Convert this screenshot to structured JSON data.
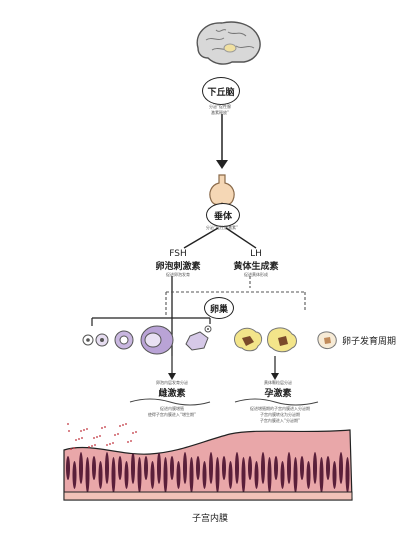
{
  "hypothalamus": {
    "label": "下丘脑",
    "sub1": "分泌“促性腺",
    "sub2": "激素释放” "
  },
  "pituitary": {
    "label": "垂体",
    "sub": "分泌“促性腺激素”"
  },
  "fsh": {
    "abbr": "FSH",
    "name": "卵泡刺激素",
    "sub": "促进卵泡发育"
  },
  "lh": {
    "abbr": "LH",
    "name": "黄体生成素",
    "sub": "促进黄体形成"
  },
  "ovary": {
    "label": "卵巢"
  },
  "follicle_cycle": {
    "label": "卵子发育周期"
  },
  "estrogen": {
    "pre": "卵泡内层发育分泌",
    "name": "雌激素",
    "note1": "促进内膜增殖",
    "note2": "使得子宫内膜进入“增生期”"
  },
  "progesterone": {
    "pre": "黄体颗粒层分泌",
    "name": "孕激素",
    "note1": "促进增殖期的子宫内膜进入分泌期",
    "note2": "子宫内膜转化为分泌期",
    "note3": "子宫内膜进入“分泌期”"
  },
  "endometrium": {
    "label": "子宫内膜"
  },
  "colors": {
    "arrow": "#222222",
    "dashed": "#555555",
    "follicle": "#b9a3d6",
    "corpus_luteum": "#f3e58a",
    "endometrium": "#e9a7a9",
    "gland": "#5a1f3a"
  }
}
